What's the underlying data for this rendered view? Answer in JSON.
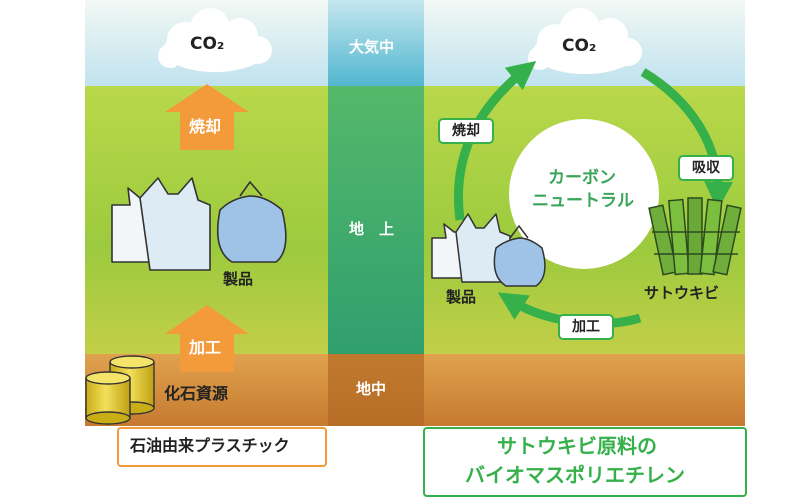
{
  "left": {
    "cloud_label": "CO₂",
    "arrow_burn_label": "焼却",
    "products_label": "製品",
    "arrow_process_label": "加工",
    "source_label": "化石資源",
    "caption": "石油由来プラスチック"
  },
  "middle": {
    "atmosphere_label": "大気中",
    "ground_label": "地　上",
    "underground_label": "地中"
  },
  "right": {
    "cloud_label": "CO₂",
    "burn_label": "焼却",
    "absorb_label": "吸収",
    "process_label": "加工",
    "center_label_line1": "カーボン",
    "center_label_line2": "ニュートラル",
    "products_label": "製品",
    "sugarcane_label": "サトウキビ",
    "caption_line1": "サトウキビ原料の",
    "caption_line2": "バイオマスポリエチレン"
  },
  "colors": {
    "sky": "#cde9f2",
    "ground": "#9bca3f",
    "underground": "#d28a3d",
    "column": "#3aab7a",
    "orange_arrow": "#f39a3b",
    "green_arrow": "#36b04a"
  }
}
